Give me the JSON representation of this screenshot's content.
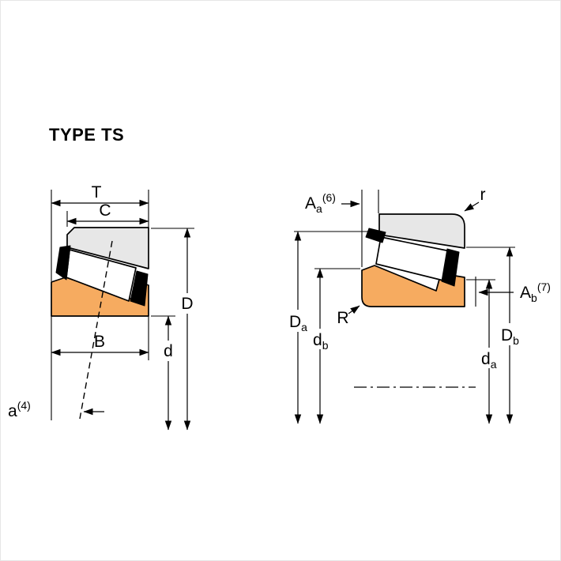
{
  "title": "TYPE TS",
  "colors": {
    "background": "#ffffff",
    "cup_steel": "#e7e7e7",
    "cone_bronze": "#f6ab60",
    "ink": "#000000"
  },
  "left_diagram": {
    "labels": {
      "T": "T",
      "C": "C",
      "B": "B",
      "D": "D",
      "d": "d",
      "a": {
        "base": "a",
        "sup": "(4)"
      }
    }
  },
  "right_diagram": {
    "labels": {
      "Aa": {
        "base": "A",
        "sub": "a",
        "sup": "(6)"
      },
      "r": "r",
      "R": "R",
      "Ab": {
        "base": "A",
        "sub": "b",
        "sup": "(7)"
      },
      "Da": {
        "base": "D",
        "sub": "a"
      },
      "db": {
        "base": "d",
        "sub": "b"
      },
      "Db": {
        "base": "D",
        "sub": "b"
      },
      "da": {
        "base": "d",
        "sub": "a"
      }
    }
  }
}
